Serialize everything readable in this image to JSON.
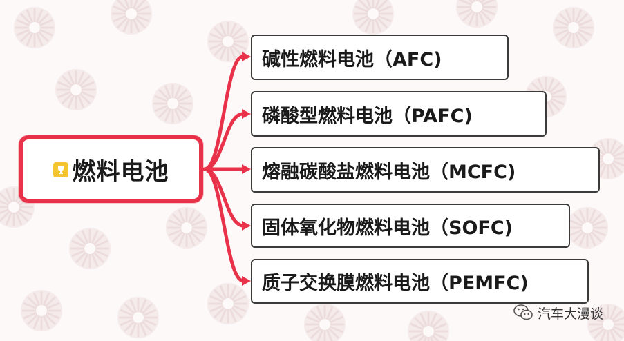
{
  "root": {
    "label": "燃料电池",
    "icon": "trophy-icon"
  },
  "children": [
    {
      "label": "碱性燃料电池（AFC)"
    },
    {
      "label": "磷酸型燃料电池（PAFC)"
    },
    {
      "label": "熔融碳酸盐燃料电池（MCFC)"
    },
    {
      "label": "固体氧化物燃料电池（SOFC)"
    },
    {
      "label": "质子交换膜燃料电池（PEMFC)"
    }
  ],
  "watermark": {
    "text": "汽车大漫谈",
    "icon": "wechat-icon"
  },
  "colors": {
    "accent": "#e8324a",
    "root_icon": "#f5c431",
    "box_border": "#3b3b3b",
    "text": "#1a1a1a",
    "background": "#fdf9f9",
    "pattern": "#f0e2e2"
  }
}
